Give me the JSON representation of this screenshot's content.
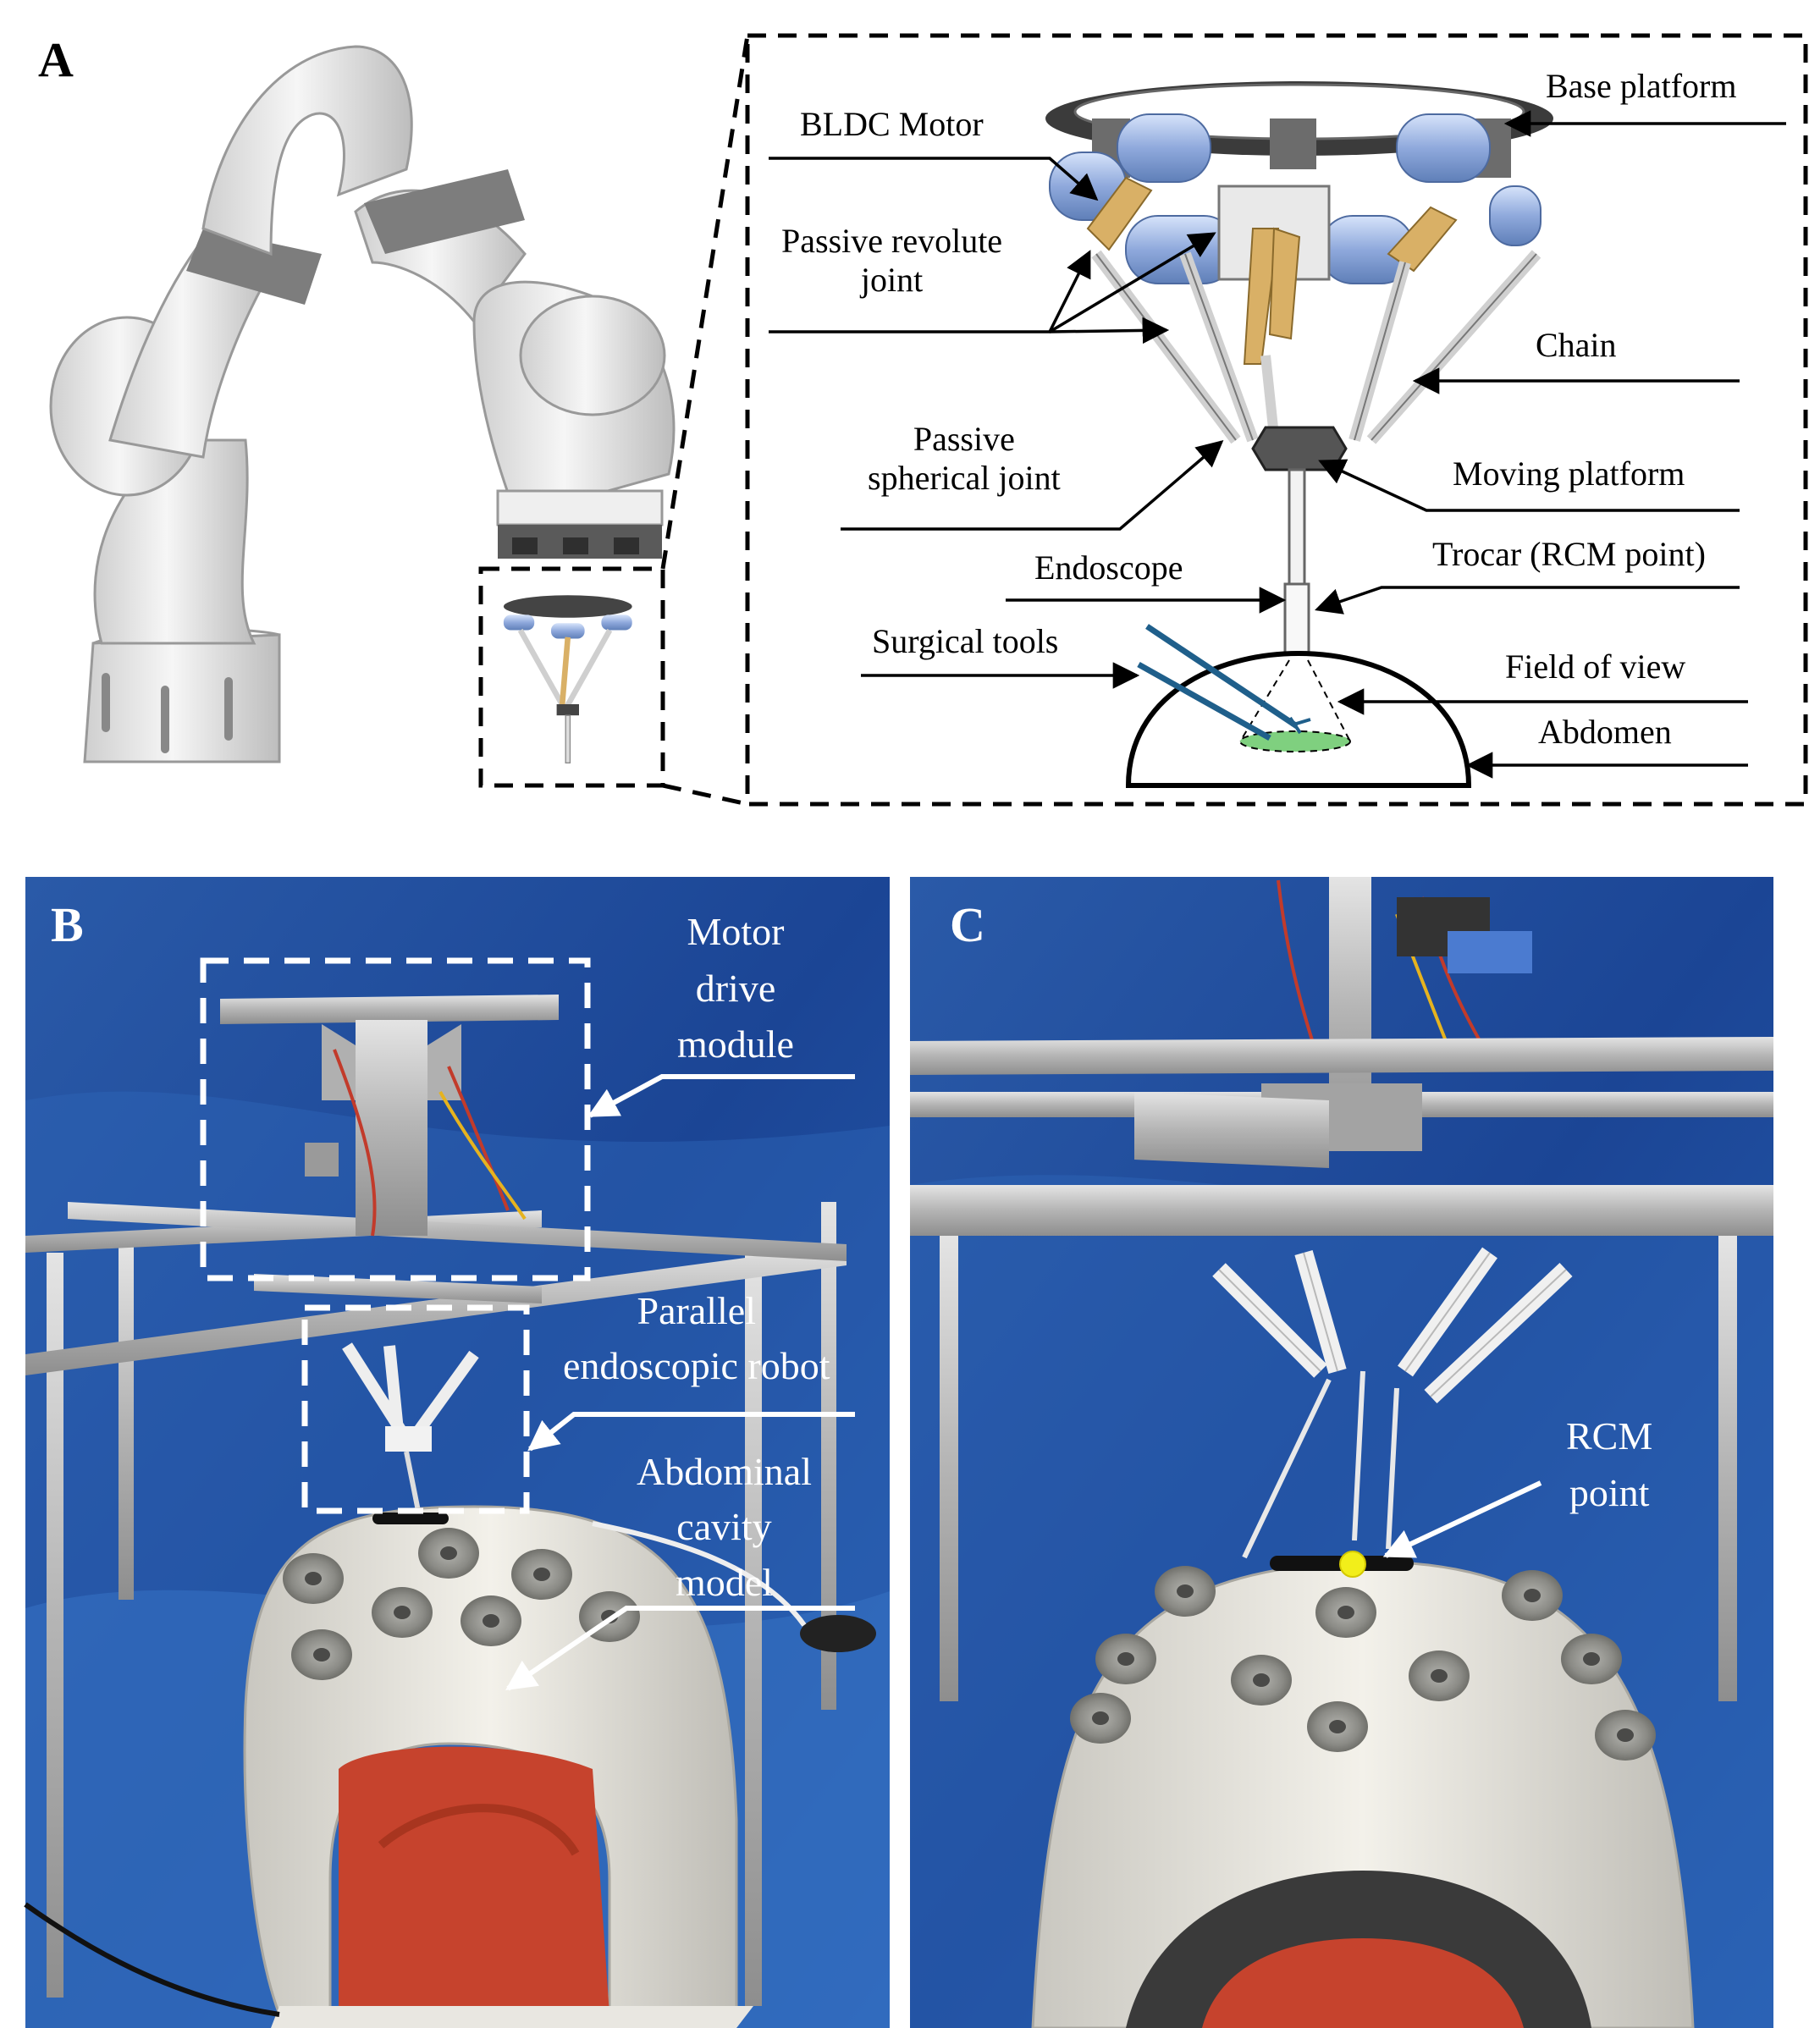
{
  "panels": {
    "a": {
      "letter": "A",
      "labels": {
        "bldc_motor": "BLDC Motor",
        "base_platform": "Base platform",
        "passive_revolute_joint": "Passive revolute\njoint",
        "chain": "Chain",
        "passive_spherical_joint": "Passive\nspherical joint",
        "moving_platform": "Moving platform",
        "endoscope": "Endoscope",
        "trocar": "Trocar (RCM point)",
        "surgical_tools": "Surgical tools",
        "field_of_view": "Field of view",
        "abdomen": "Abdomen"
      }
    },
    "b": {
      "letter": "B",
      "labels": {
        "motor_drive_module": "Motor\ndrive\nmodule",
        "parallel_endoscopic_robot": "Parallel\nendoscopic robot",
        "abdominal_cavity_model": "Abdominal\ncavity\nmodel"
      }
    },
    "c": {
      "letter": "C",
      "labels": {
        "rcm_point": "RCM\npoint"
      }
    }
  },
  "colors": {
    "backdrop_blue": "#1f4d9c",
    "motor_blue": "#9bb6e6",
    "linkage_gold": "#d9b066",
    "field_of_view_green": "#7fd07f",
    "rcm_marker": "#f2ee1a",
    "organ_red": "#c6432d"
  }
}
